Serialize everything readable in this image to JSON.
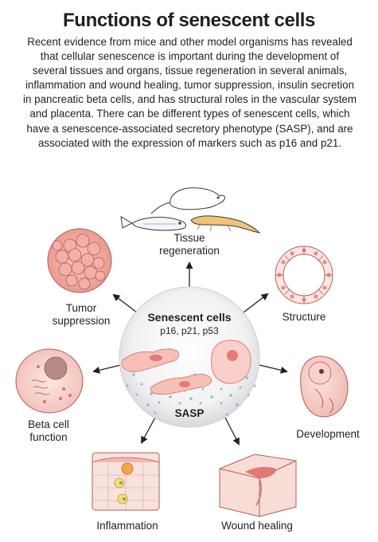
{
  "title": "Functions of senescent cells",
  "description_lines": [
    "Recent evidence from mice and other model organisms has revealed",
    "that cellular senescence is important during the development of",
    "several tissues and organs, tissue regeneration in several animals,",
    "inflammation and wound healing, tumor suppression, insulin secretion",
    "in pancreatic beta cells, and has structural roles in the vascular system",
    "and placenta. There can be different types of senescent cells, which",
    "have a senescence-associated secretory phenotype (SASP), and are",
    "associated with the expression of markers such as p16 and p21."
  ],
  "center": {
    "title": "Senescent cells",
    "markers": "p16, p21, p53",
    "sasp": "SASP"
  },
  "functions": {
    "tissue_regeneration": [
      "Tissue",
      "regeneration"
    ],
    "tumor_suppression": [
      "Tumor",
      "suppression"
    ],
    "structure": [
      "Structure"
    ],
    "beta_cell_function": [
      "Beta cell",
      "function"
    ],
    "development": [
      "Development"
    ],
    "inflammation": [
      "Inflammation"
    ],
    "wound_healing": [
      "Wound healing"
    ]
  },
  "colors": {
    "arrow": "#231f20",
    "cell_pink": "#f3b8b0",
    "cell_red": "#e06a6a",
    "sasp_dots": "#8fb8dc",
    "center_bg": "#e9e9ea"
  }
}
